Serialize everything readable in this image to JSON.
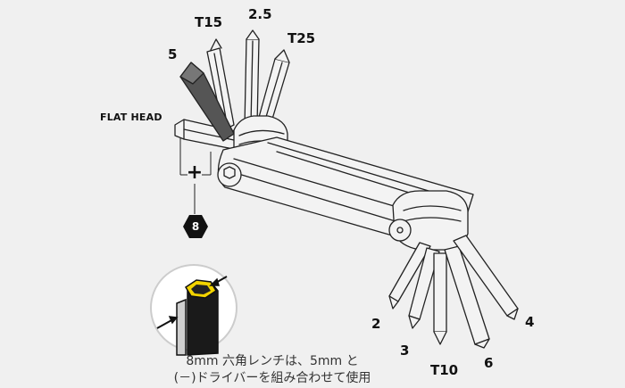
{
  "labels": {
    "t15": "T15",
    "size_2_5": "2.5",
    "t25": "T25",
    "size_5": "5",
    "flat_head": "FLAT HEAD",
    "plus": "+",
    "size_8": "8",
    "size_2": "2",
    "size_3": "3",
    "t10": "T10",
    "size_6": "6",
    "size_4": "4"
  },
  "caption": {
    "line1": "8mm 六角レンチは、5mm と",
    "line2": "(－)ドライバーを組み合わせて使用"
  },
  "colors": {
    "background": "#f0f0f0",
    "outline": "#222222",
    "tool_fill": "#f3f3f3",
    "dark_tool": "#555555",
    "badge": "#111111",
    "highlight": "#f2d300"
  }
}
